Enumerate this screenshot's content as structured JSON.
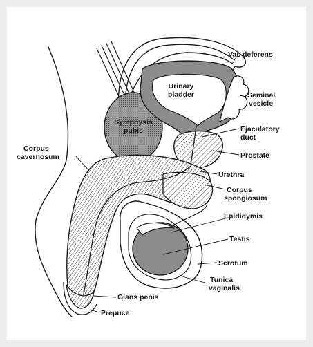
{
  "labels": {
    "vas_deferens": "Vas deferens",
    "urinary_bladder_1": "Urinary",
    "urinary_bladder_2": "bladder",
    "seminal_vesicle_1": "Seminal",
    "seminal_vesicle_2": "vesicle",
    "symphysis_pubis_1": "Symphysis",
    "symphysis_pubis_2": "pubis",
    "ejaculatory_duct_1": "Ejaculatory",
    "ejaculatory_duct_2": "duct",
    "prostate": "Prostate",
    "corpus_cavernosum_1": "Corpus",
    "corpus_cavernosum_2": "cavernosum",
    "urethra": "Urethra",
    "corpus_spongiosum_1": "Corpus",
    "corpus_spongiosum_2": "spongiosum",
    "epididymis": "Epididymis",
    "testis": "Testis",
    "scrotum": "Scrotum",
    "tunica_vaginalis_1": "Tunica",
    "tunica_vaginalis_2": "vaginalis",
    "glans_penis": "Glans penis",
    "prepuce": "Prepuce"
  },
  "colors": {
    "background": "#ececec",
    "panel": "#ffffff",
    "line": "#1a1a1a",
    "shade": "#8c8c8c",
    "hatch": "#555555"
  }
}
